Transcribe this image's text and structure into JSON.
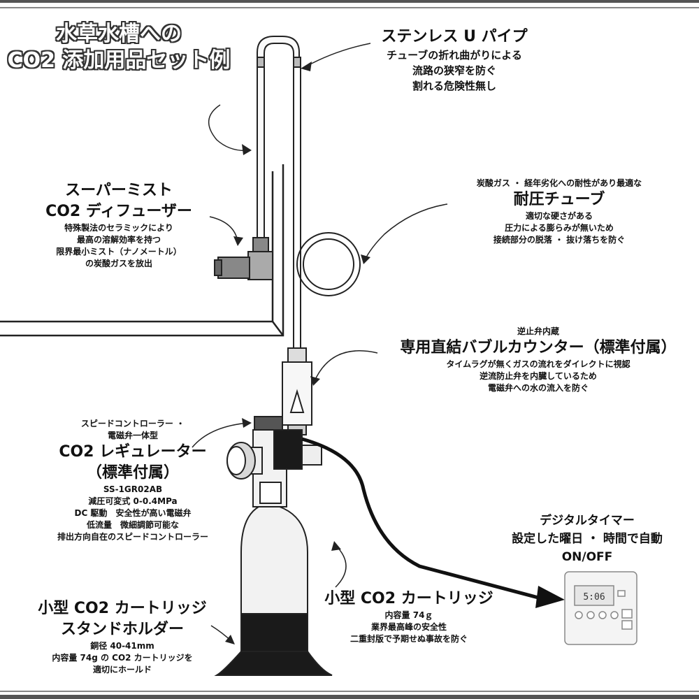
{
  "title": {
    "line1": "水草水槽への",
    "line2": "CO2 添加用品セット例"
  },
  "u_pipe": {
    "heading": "ステンレス U パイプ",
    "lines": [
      "チューブの折れ曲がりによる",
      "流路の狭窄を防ぐ",
      "割れる危険性無し"
    ]
  },
  "diffuser": {
    "heading1": "スーパーミスト",
    "heading2": "CO2 ディフューザー",
    "lines": [
      "特殊製法のセラミックにより",
      "最高の溶解効率を持つ",
      "限界最小ミスト（ナノメートル）",
      "の炭酸ガスを放出"
    ]
  },
  "tube": {
    "pre": "炭酸ガス ・ 経年劣化への耐性があり最適な",
    "heading": "耐圧チューブ",
    "lines": [
      "適切な硬さがある",
      "圧力による膨らみが無いため",
      "接続部分の脱落 ・ 抜け落ちを防ぐ"
    ]
  },
  "bubble_counter": {
    "pre": "逆止弁内蔵",
    "heading": "専用直結バブルカウンター（標準付属）",
    "lines": [
      "タイムラグが無くガスの流れをダイレクトに視認",
      "逆流防止弁を内臓しているため",
      "電磁弁への水の流入を防ぐ"
    ]
  },
  "regulator": {
    "pre1": "スピードコントローラー ・",
    "pre2": "電磁弁一体型",
    "heading1": "CO2 レギュレーター",
    "heading2": "（標準付属）",
    "lines": [
      "SS-1GR02AB",
      "減圧可変式 0-0.4MPa",
      "DC 駆動　安全性が高い電磁弁",
      "低流量　微細調節可能な",
      "排出方向自在のスピードコントローラー"
    ]
  },
  "timer": {
    "heading1": "デジタルタイマー",
    "heading2": "設定した曜日 ・ 時間で自動",
    "heading3": "ON/OFF",
    "display": "5:06"
  },
  "cartridge": {
    "heading": "小型 CO2 カートリッジ",
    "lines": [
      "内容量 74ｇ",
      "業界最高峰の安全性",
      "二重封版で予期せぬ事故を防ぐ"
    ]
  },
  "holder": {
    "heading1": "小型 CO2 カートリッジ",
    "heading2": "スタンドホルダー",
    "lines": [
      "銅径 40-41mm",
      "内容量 74g の CO2 カートリッジを",
      "適切にホールド"
    ]
  },
  "colors": {
    "border": "#555555",
    "line": "#222222",
    "fill_light": "#f2f2f2",
    "fill_dark": "#1a1a1a",
    "accent": "#999999"
  }
}
